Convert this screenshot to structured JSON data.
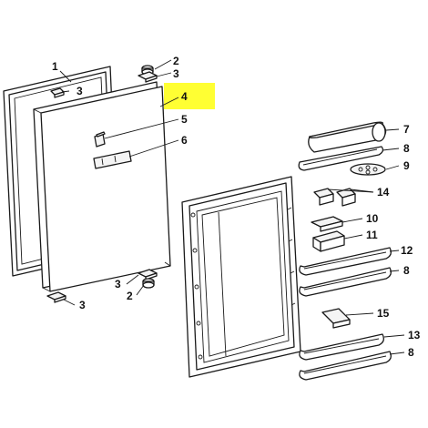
{
  "highlight_color": "#ffff33",
  "callouts": {
    "c1": "1",
    "c2_top": "2",
    "c3_top": "3",
    "c3_gasket": "3",
    "c4": "4",
    "c5": "5",
    "c6": "6",
    "c7": "7",
    "c8_top": "8",
    "c9": "9",
    "c14": "14",
    "c10": "10",
    "c11": "11",
    "c12": "12",
    "c8_mid": "8",
    "c15": "15",
    "c13": "13",
    "c8_bot": "8",
    "c3_bottom_left": "3",
    "c2_bottom": "2",
    "c3_bottom": "3"
  }
}
